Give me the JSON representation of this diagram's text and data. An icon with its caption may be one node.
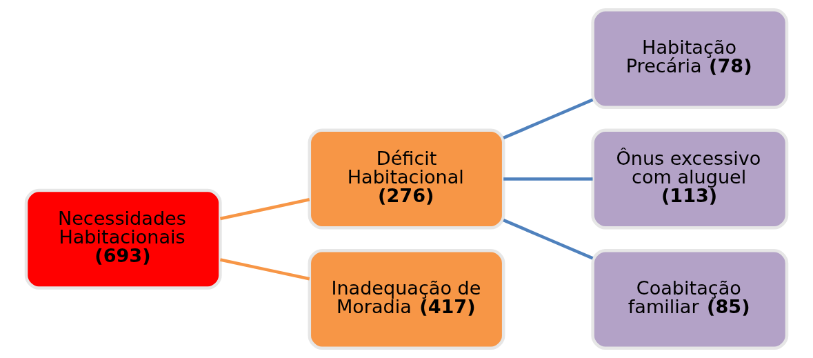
{
  "diagram": {
    "nodes": [
      {
        "text": [
          "Necessidades Habitacionais **(693)**"
        ]
      },
      {
        "text": [
          "Déficit Habitacional **(276)**"
        ]
      },
      {
        "text": [
          "Inadequação de Moradia **(417)**"
        ]
      },
      {
        "text": [
          "Habitação Precária **(78)**"
        ]
      },
      {
        "text": [
          "Ônus excessivo com aluguel **(113)**"
        ]
      },
      {
        "text": [
          "Coabitação familiar **(85)**"
        ]
      }
    ],
    "edges": [
      {
        "from": 0,
        "to": 1,
        "arrow": "none",
        "color": "#f79646"
      },
      {
        "from": 0,
        "to": 2,
        "arrow": "none",
        "color": "#f79646"
      },
      {
        "from": 1,
        "to": 3,
        "arrow": "none"
      },
      {
        "from": 1,
        "to": 4,
        "arrow": "none"
      },
      {
        "from": 1,
        "to": 5,
        "arrow": "none"
      }
    ]
  }
}
